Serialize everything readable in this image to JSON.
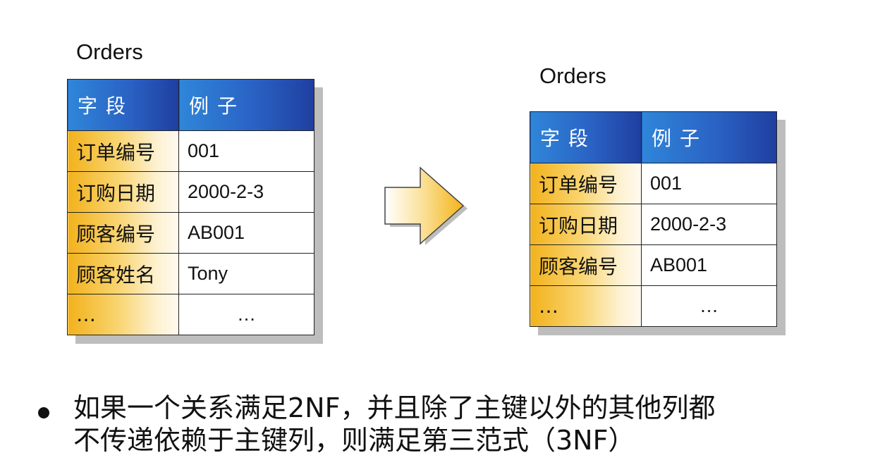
{
  "left_table": {
    "title": "Orders",
    "header": [
      "字段",
      "例子"
    ],
    "rows": [
      {
        "field": "订单编号",
        "example": "001"
      },
      {
        "field": "订购日期",
        "example": "2000-2-3"
      },
      {
        "field": "顾客编号",
        "example": "AB001"
      },
      {
        "field": "顾客姓名",
        "example": "Tony"
      },
      {
        "field": "…",
        "example": "…"
      }
    ]
  },
  "right_table": {
    "title": "Orders",
    "header": [
      "字段",
      "例子"
    ],
    "rows": [
      {
        "field": "订单编号",
        "example": "001"
      },
      {
        "field": "订购日期",
        "example": "2000-2-3"
      },
      {
        "field": "顾客编号",
        "example": "AB001"
      },
      {
        "field": "…",
        "example": "…"
      }
    ]
  },
  "bullet": {
    "line1": "如果一个关系满足2NF，并且除了主键以外的其他列都",
    "line2": "不传递依赖于主键列，则满足第三范式（3NF）"
  },
  "colors": {
    "header_blue": "#2a62c4",
    "field_gold": "#f2b21c",
    "arrow_gold": "#f4b41a"
  }
}
